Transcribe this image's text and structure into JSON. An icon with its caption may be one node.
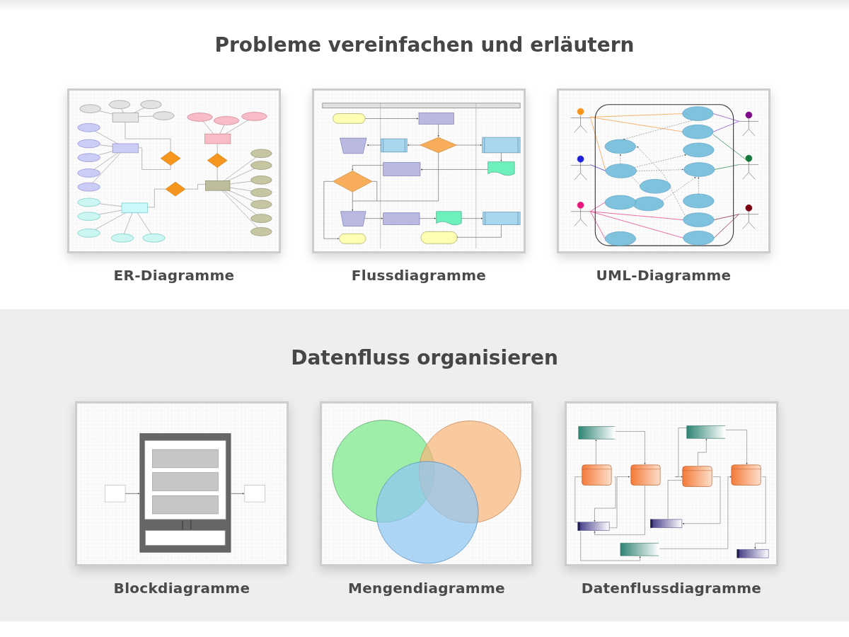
{
  "diagram": {
    "nodes": [
      {
        "text": [
          "Probleme vereinfachen und erläutern"
        ]
      },
      {
        "text": [],
        "shape": "picture",
        "in": 0,
        "beside": [
          "ER-Diagramme"
        ]
      },
      {
        "text": [],
        "shape": "picture",
        "in": 0,
        "beside": [
          "Flussdiagramme"
        ]
      },
      {
        "text": [],
        "shape": "picture",
        "in": 0,
        "beside": [
          "UML-Diagramme"
        ]
      },
      {
        "text": [
          "Datenfluss organisieren"
        ]
      },
      {
        "text": [],
        "shape": "picture",
        "in": 4,
        "beside": [
          "Blockdiagramme"
        ]
      },
      {
        "text": [],
        "shape": "picture",
        "in": 4,
        "beside": [
          "Mengendiagramme"
        ]
      },
      {
        "text": [],
        "shape": "picture",
        "in": 4,
        "beside": [
          "Datenflussdiagramme"
        ]
      }
    ]
  }
}
